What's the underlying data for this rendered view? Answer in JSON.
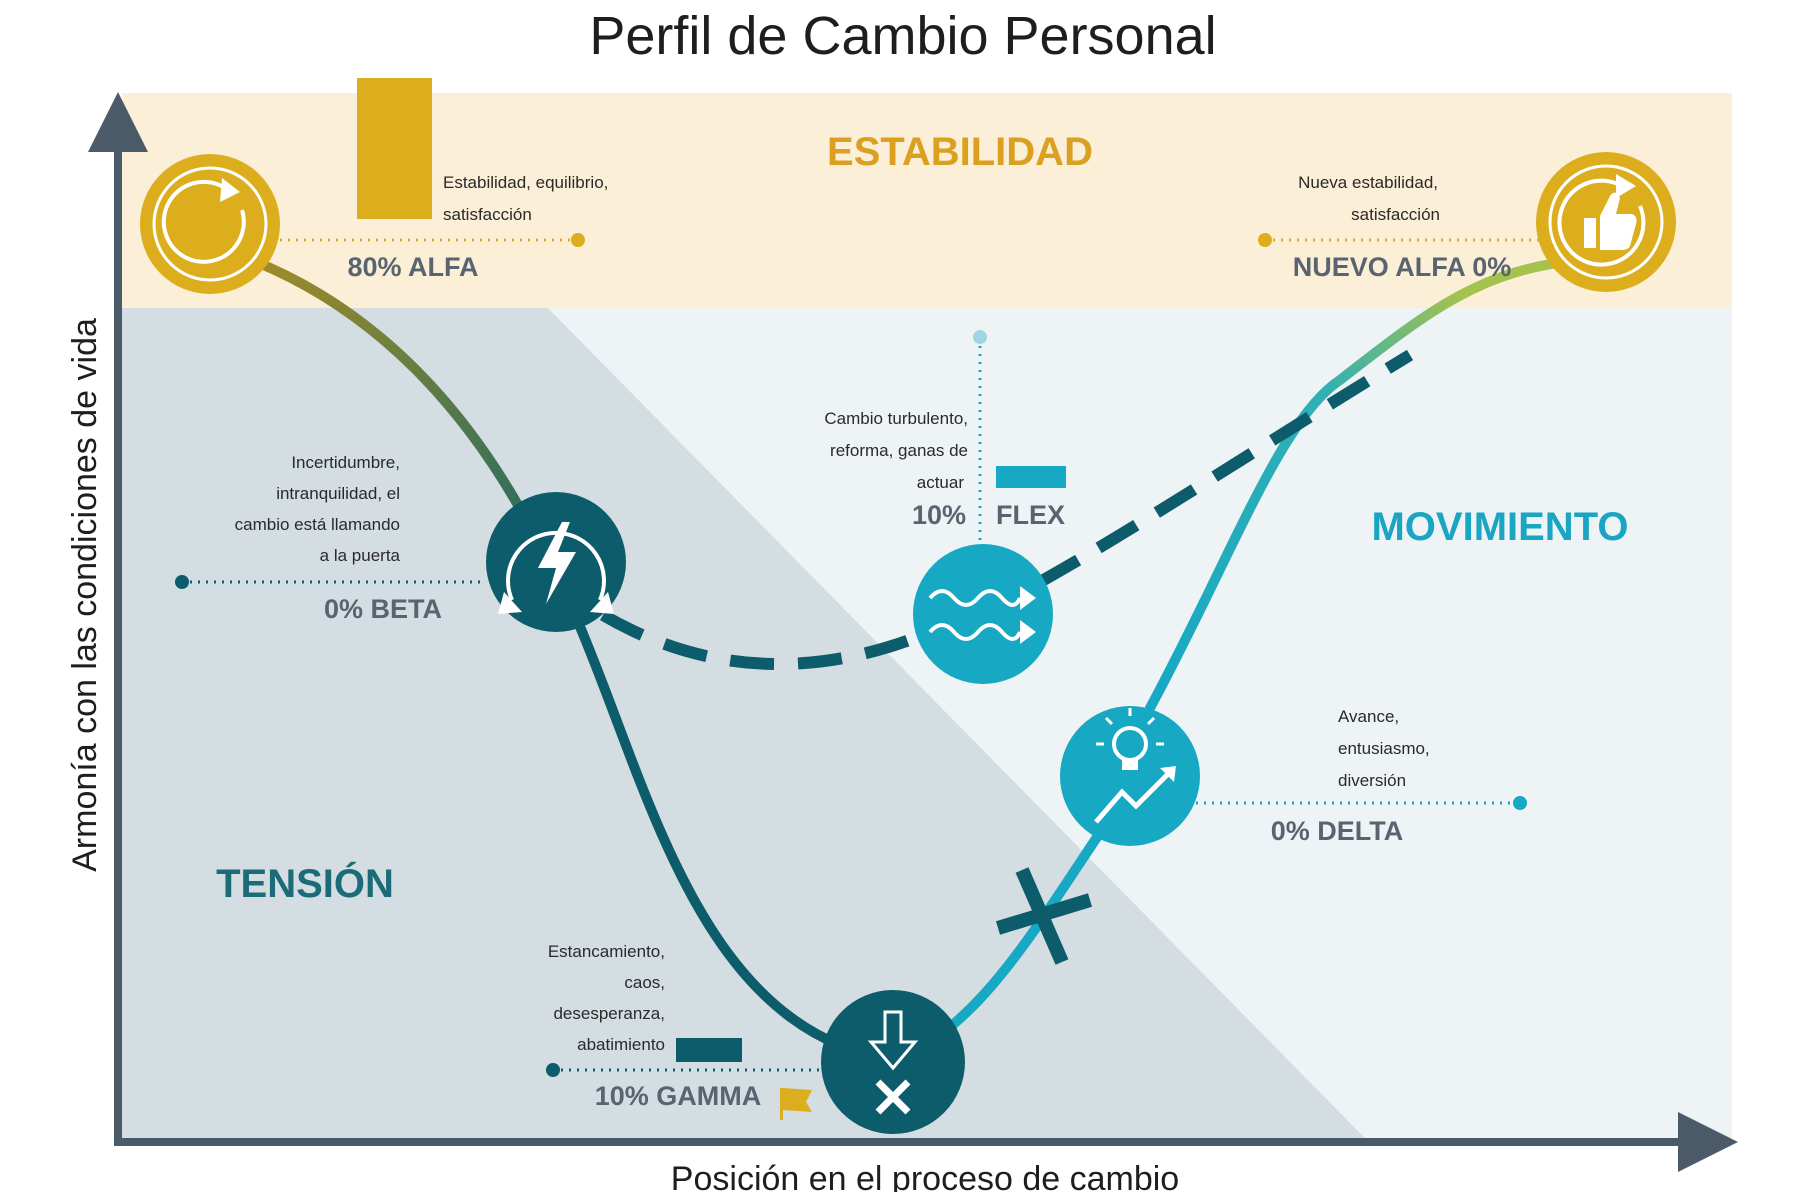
{
  "title": "Perfil de Cambio Personal",
  "axes": {
    "x_label": "Posición en el proceso de cambio",
    "y_label": "Armonía con las condiciones de vida"
  },
  "zones": {
    "stability": "ESTABILIDAD",
    "tension": "TENSIÓN",
    "movement": "MOVIMIENTO"
  },
  "phases": {
    "alfa": {
      "label": "80% ALFA",
      "percent": 80,
      "lines": [
        "Estabilidad, equilibrio,",
        "satisfacción"
      ],
      "icon": "refresh-icon",
      "color": "#dcae1d"
    },
    "beta": {
      "label": "0% BETA",
      "percent": 0,
      "lines": [
        "Incertidumbre,",
        "intranquilidad, el",
        "cambio está llamando",
        "a la puerta"
      ],
      "icon": "lightning-cycle-icon",
      "color": "#0d5c6b"
    },
    "gamma": {
      "label": "10% GAMMA",
      "percent": 10,
      "lines": [
        "Estancamiento,",
        "caos,",
        "desesperanza,",
        "abatimiento"
      ],
      "icon": "down-arrow-x-icon",
      "color": "#0d5c6b"
    },
    "flex": {
      "percent_label": "10%",
      "name": "FLEX",
      "percent": 10,
      "lines": [
        "Cambio turbulento,",
        "reforma, ganas de",
        "actuar"
      ],
      "icon": "waves-arrows-icon",
      "color": "#17a8c4"
    },
    "delta": {
      "label": "0% DELTA",
      "percent": 0,
      "lines": [
        "Avance,",
        "entusiasmo,",
        "diversión"
      ],
      "icon": "lightbulb-growth-icon",
      "color": "#17a8c4"
    },
    "nuevo_alfa": {
      "label": "NUEVO ALFA 0%",
      "percent": 0,
      "lines": [
        "Nueva estabilidad,",
        "satisfacción"
      ],
      "icon": "thumbs-up-icon",
      "color": "#dcae1d"
    }
  },
  "colors": {
    "gold": "#dcae1d",
    "dark_teal": "#0d5c6b",
    "cyan": "#17a8c4",
    "stability_band": "#fbefd8",
    "tension_zone": "#d4dde1",
    "movement_zone": "#eef4f5",
    "axis": "#4a5a68"
  },
  "markers": {
    "flag_icon": "flag-icon",
    "cross_icon": "cross-icon"
  }
}
